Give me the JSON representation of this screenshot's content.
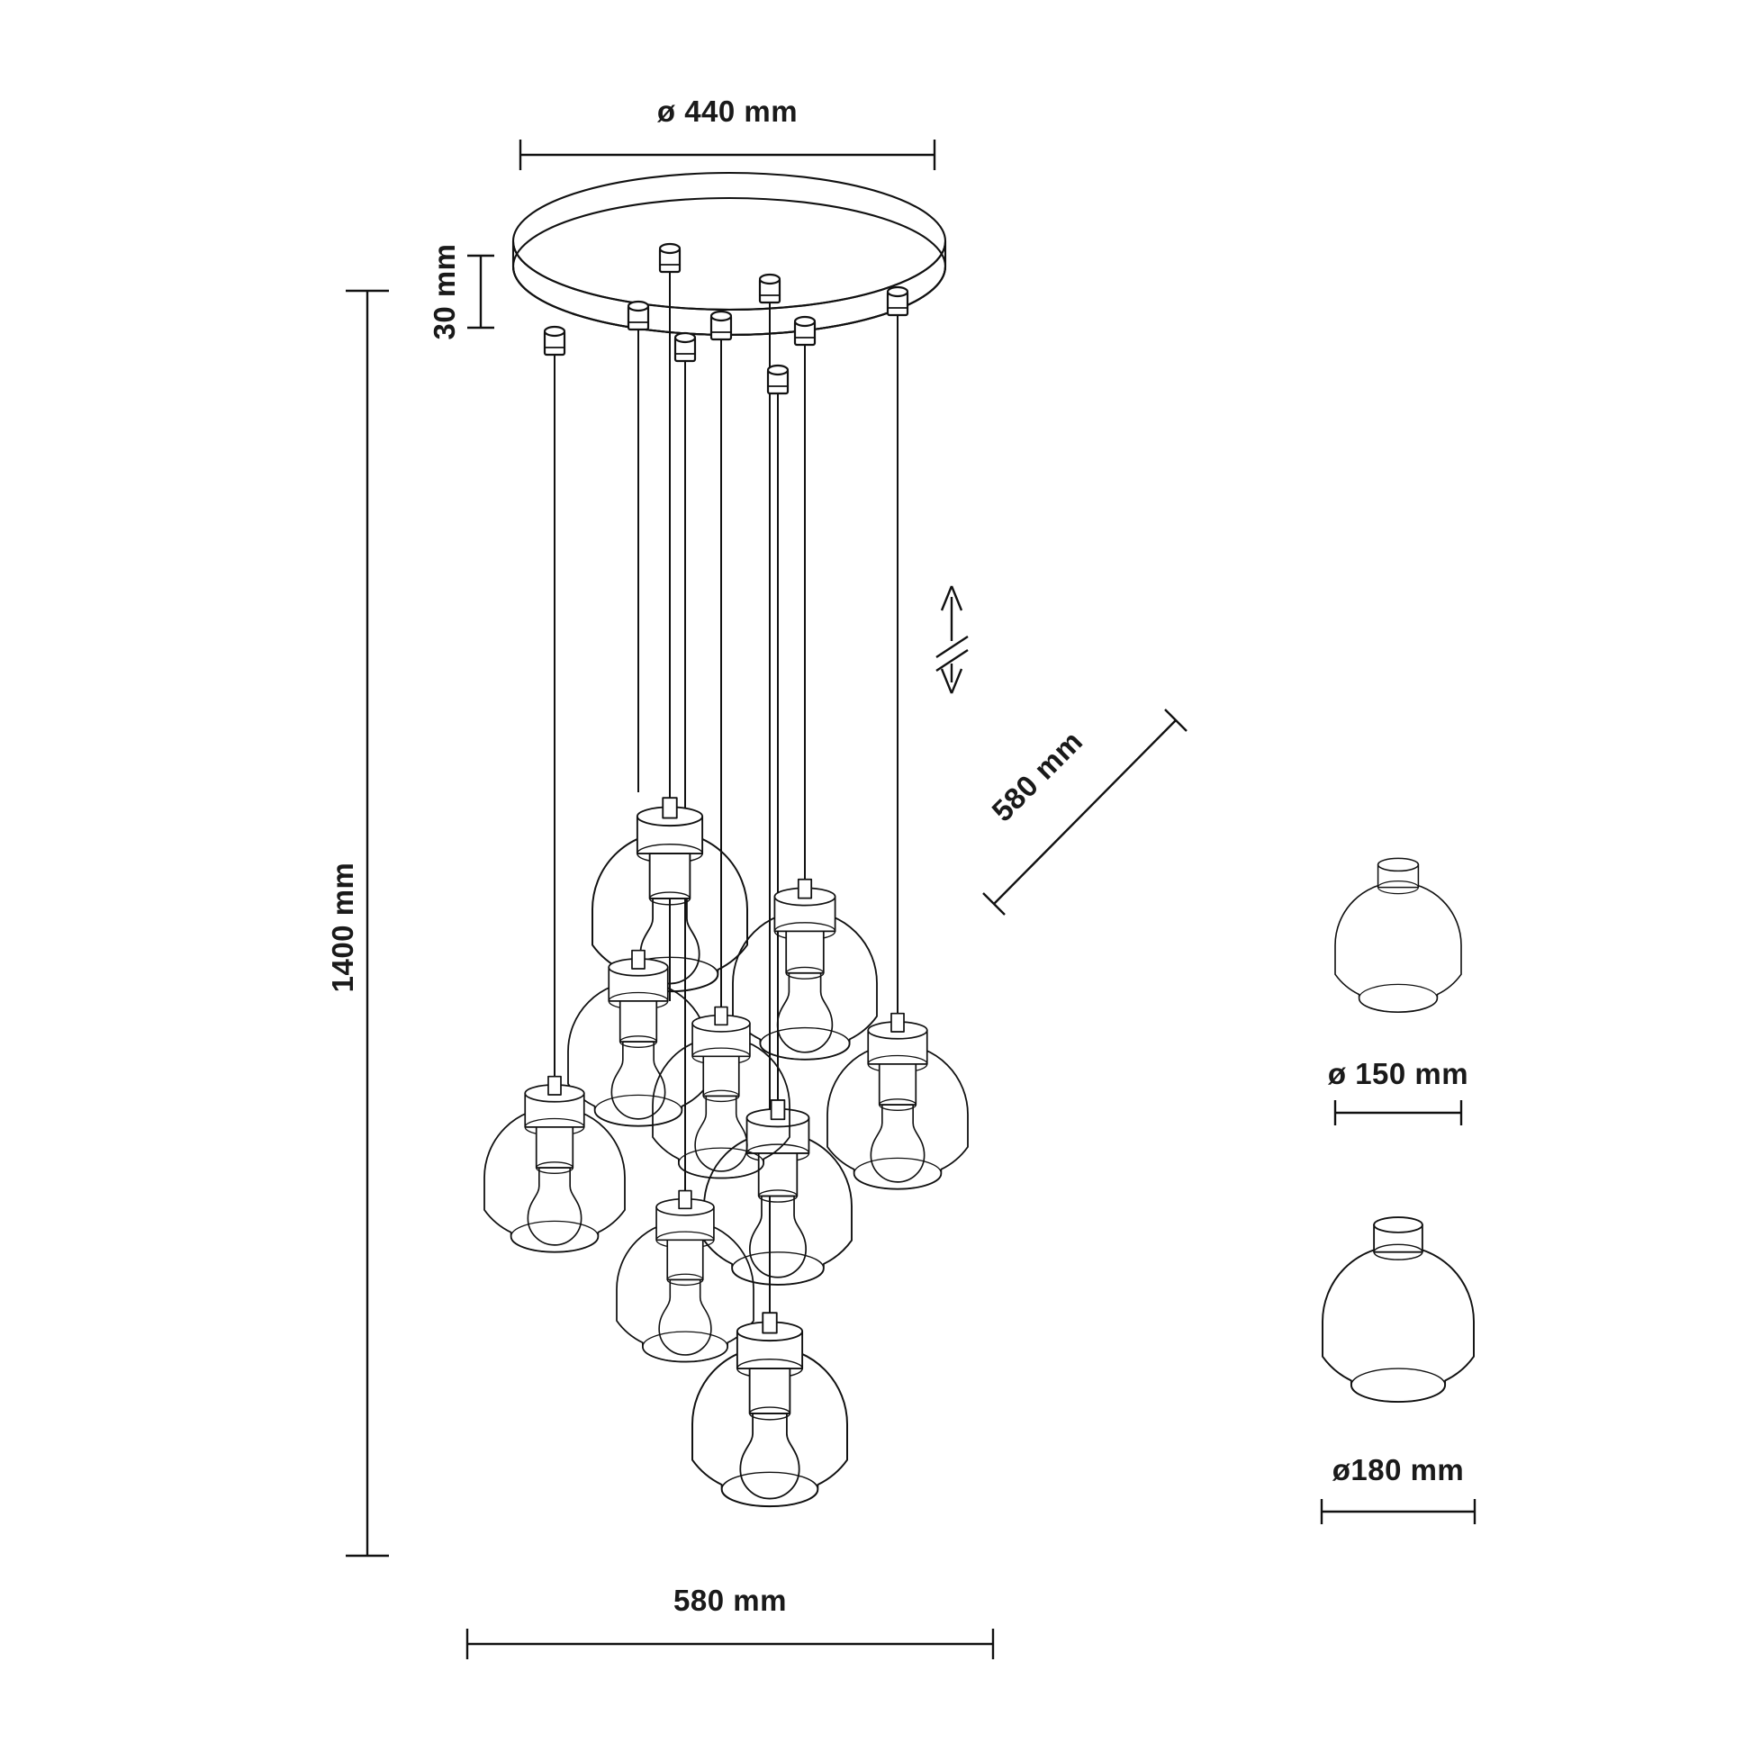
{
  "drawing": {
    "title": "Multi-pendant cluster lamp technical dimension drawing",
    "background_color": "#ffffff",
    "line_color": "#111111"
  },
  "dimensions": {
    "canopy_diameter": "ø 440 mm",
    "canopy_thickness": "30 mm",
    "total_height": "1400 mm",
    "cluster_depth": "580 mm",
    "cluster_width": "580 mm",
    "shade_small": "ø 150 mm",
    "shade_large": "ø180 mm"
  },
  "symbols": {
    "adjustable_height": "double-arrow-break"
  },
  "labels": [
    {
      "id": "canopy-diameter",
      "text": "ø 440 mm"
    },
    {
      "id": "canopy-thickness",
      "text": "30 mm"
    },
    {
      "id": "total-height",
      "text": "1400 mm"
    },
    {
      "id": "cluster-depth",
      "text": "580 mm"
    },
    {
      "id": "cluster-width",
      "text": "580 mm"
    },
    {
      "id": "shade-small",
      "text": "ø 150 mm"
    },
    {
      "id": "shade-large",
      "text": "ø180 mm"
    }
  ],
  "components": {
    "canopy": {
      "name": "round ceiling canopy",
      "cord_outlets": 9
    },
    "pendants": {
      "count": 9,
      "parts": [
        "cord",
        "strain-relief",
        "socket-housing",
        "bulb",
        "glass-globe"
      ]
    },
    "reference_shades": [
      {
        "name": "small globe shade",
        "label": "ø 150 mm"
      },
      {
        "name": "large globe shade",
        "label": "ø180 mm"
      }
    ]
  }
}
